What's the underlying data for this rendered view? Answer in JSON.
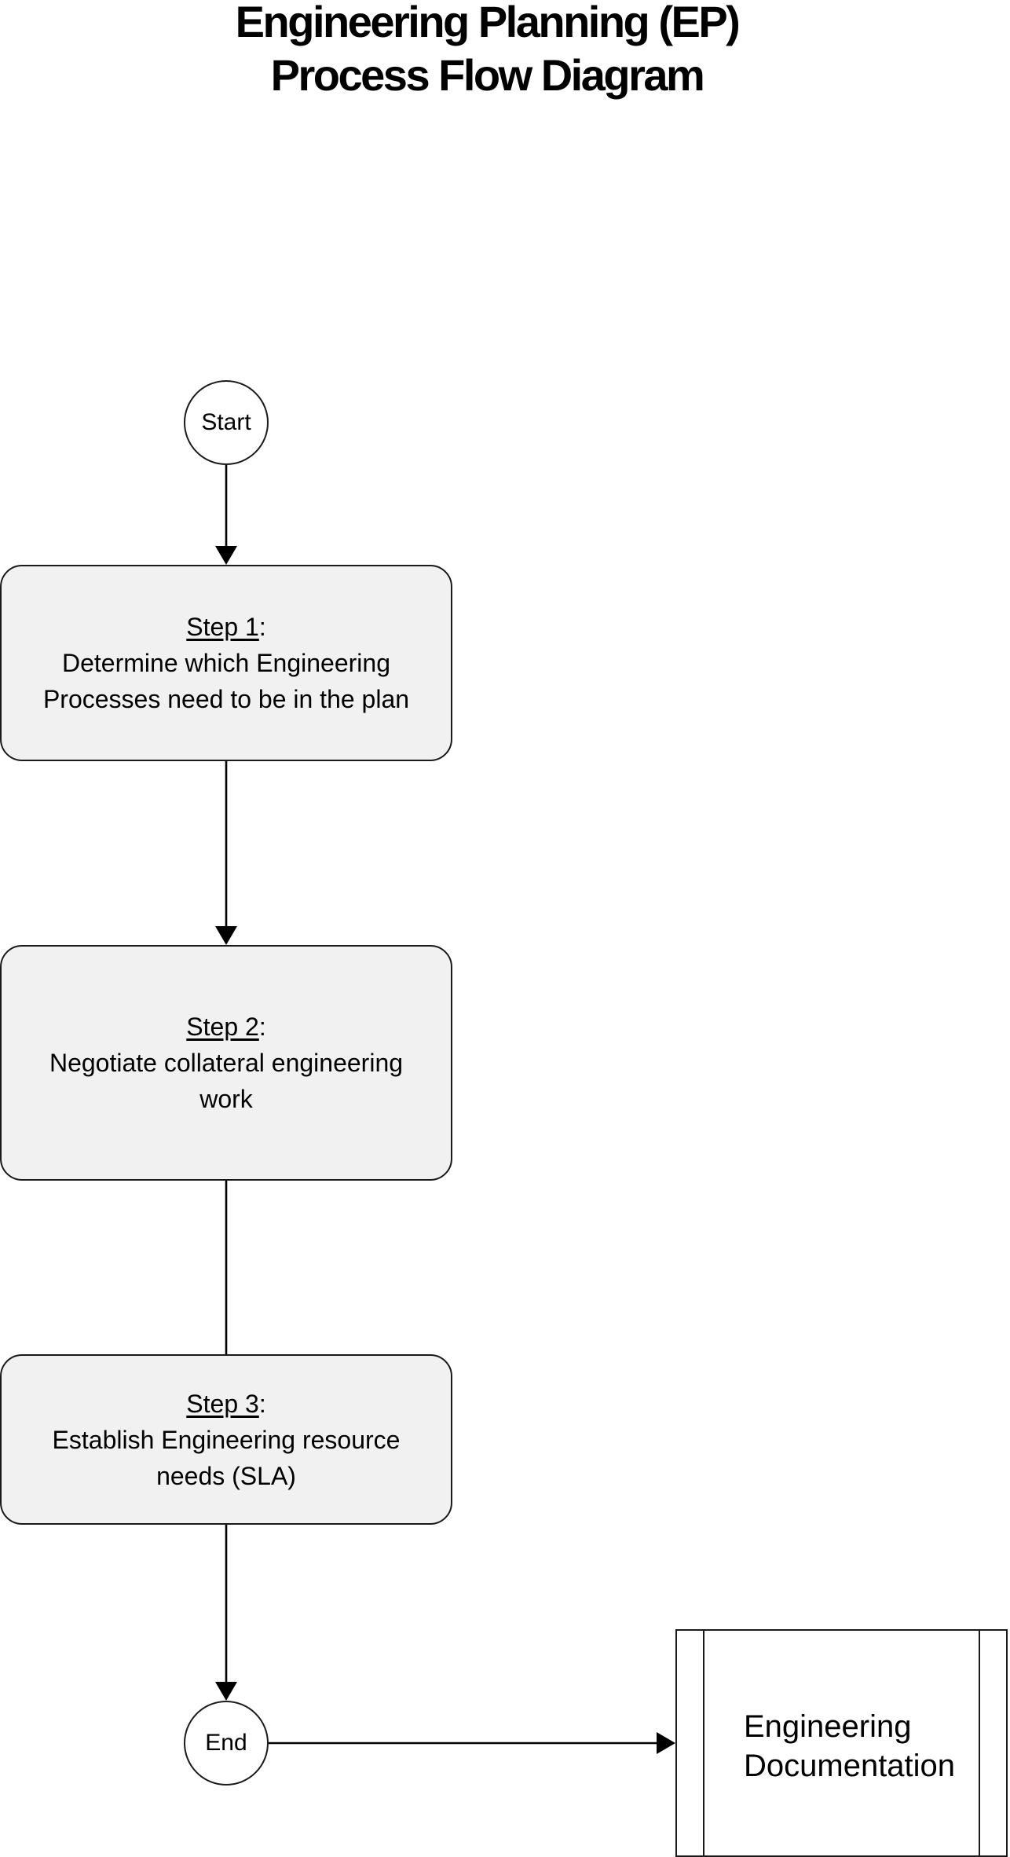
{
  "title": {
    "line1": "Engineering Planning (EP)",
    "line2": "Process Flow Diagram"
  },
  "nodes": {
    "start": {
      "label": "Start"
    },
    "steps": [
      {
        "heading": "Step 1",
        "suffix": ":",
        "lines": [
          "Determine which Engineering",
          "Processes need to be in the plan"
        ]
      },
      {
        "heading": "Step 2",
        "suffix": ":",
        "lines": [
          "Negotiate collateral engineering",
          "work"
        ]
      },
      {
        "heading": "Step 3",
        "suffix": ":",
        "lines": [
          "Establish Engineering resource",
          "needs (SLA)"
        ]
      }
    ],
    "end": {
      "label": "End"
    },
    "documentation": {
      "line1": "Engineering",
      "line2": "Documentation",
      "shape": "predefined-process"
    }
  },
  "connectors": [
    {
      "from": "start",
      "to": "step-1",
      "arrowhead": true
    },
    {
      "from": "step-1",
      "to": "step-2",
      "arrowhead": true
    },
    {
      "from": "step-2",
      "to": "step-3",
      "arrowhead": false
    },
    {
      "from": "step-3",
      "to": "end",
      "arrowhead": true
    },
    {
      "from": "end",
      "to": "engineering-documentation",
      "arrowhead": true
    }
  ],
  "colors": {
    "background": "#ffffff",
    "node_fill": "#f1f1f1",
    "node_border": "#1a1a1a",
    "connector": "#000000",
    "text": "#000000"
  }
}
